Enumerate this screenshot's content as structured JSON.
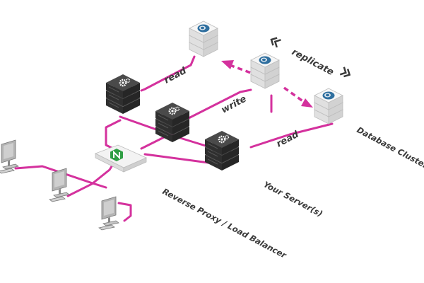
{
  "labels": {
    "read_top": "read",
    "write": "write",
    "read_bottom": "read",
    "replicate": "replicate",
    "database_cluster": "Database Cluster",
    "your_servers": "Your Server(s)",
    "reverse_proxy": "Reverse Proxy / Load Balancer"
  },
  "colors": {
    "link": "#d4319d",
    "server_dark": "#3a3a3a",
    "db_light": "#eeeeee",
    "db_logo": "#2f6f9f",
    "proxy_logo": "#2f9e44",
    "monitor": "#a9a9a9"
  },
  "icons": {
    "app_server": "gear-icon",
    "database": "postgres-elephant-icon",
    "proxy": "nginx-logo-icon",
    "client": "computer-icon"
  }
}
